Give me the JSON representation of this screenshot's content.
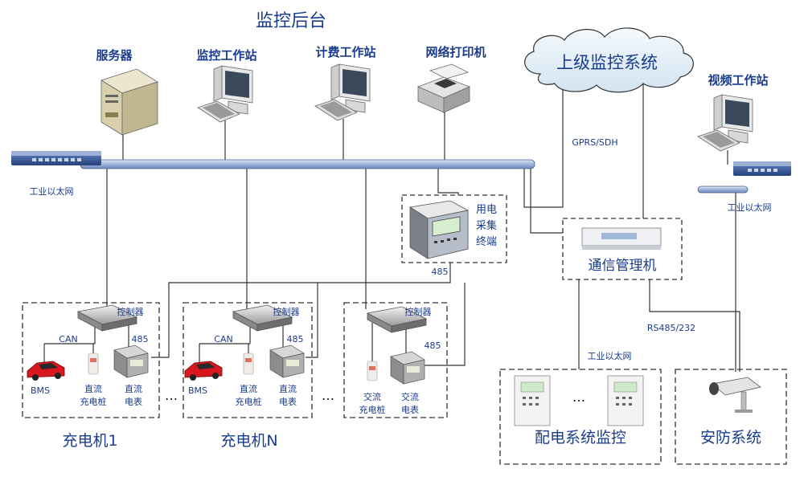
{
  "title": "监控后台",
  "backend": {
    "server": "服务器",
    "monitor_station": "监控工作站",
    "billing_station": "计费工作站",
    "printer": "网络打印机"
  },
  "cloud": "上级监控系统",
  "video_station": "视频工作站",
  "industrial_ethernet": "工业以太网",
  "industrial_ethernet_right": "工业以太网",
  "gprs_sdh": "GPRS/SDH",
  "power_terminal": [
    "用电",
    "采集",
    "终端"
  ],
  "label_485": "485",
  "comm_manager": "通信管理机",
  "rs485": "RS485/232",
  "industrial_ethernet_lower": "工业以太网",
  "dots": "…",
  "charger1": {
    "controller": "控制器",
    "can": "CAN",
    "p485": "485",
    "bms": "BMS",
    "dc_charger": [
      "直流",
      "充电桩"
    ],
    "dc_meter": [
      "直流",
      "电表"
    ],
    "name": "充电机1"
  },
  "chargerN": {
    "controller": "控制器",
    "can": "CAN",
    "p485": "485",
    "bms": "BMS",
    "dc_charger": [
      "直流",
      "充电桩"
    ],
    "dc_meter": [
      "直流",
      "电表"
    ],
    "name": "充电机N"
  },
  "charger_ac": {
    "controller": "控制器",
    "p485": "485",
    "ac_charger": [
      "交流",
      "充电桩"
    ],
    "ac_meter": [
      "交流",
      "电表"
    ]
  },
  "distribution": "配电系统监控",
  "security": "安防系统",
  "colors": {
    "bus": "#b8c8e8",
    "line": "#333333",
    "cloud": "#e6f0f8",
    "label": "#1a3c8c"
  }
}
